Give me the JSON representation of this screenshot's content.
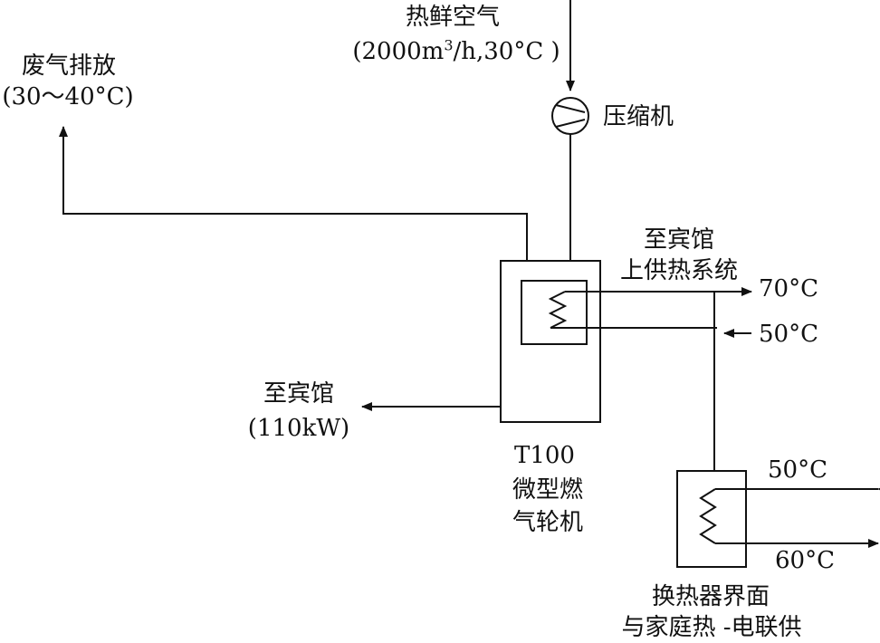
{
  "diagram": {
    "fresh_air": {
      "title": "热鲜空气",
      "spec_prefix": "(2000m",
      "spec_sup": "3",
      "spec_suffix": "/h,30°C )"
    },
    "exhaust": {
      "title": "废气排放",
      "temp": "(30～40°C)"
    },
    "compressor_label": "压缩机",
    "hotel_heating": {
      "line1": "至宾馆",
      "line2": "上供热系统",
      "supply_temp": "70°C",
      "return_temp": "50°C"
    },
    "power_output": {
      "line1": "至宾馆",
      "line2": "(110kW)"
    },
    "turbine": {
      "line1": "T100",
      "line2": "微型燃",
      "line3": "气轮机"
    },
    "heat_exchanger": {
      "in_temp": "50°C",
      "out_temp": "60°C",
      "line1": "换热器界面",
      "line2": "与家庭热 -电联供"
    }
  }
}
